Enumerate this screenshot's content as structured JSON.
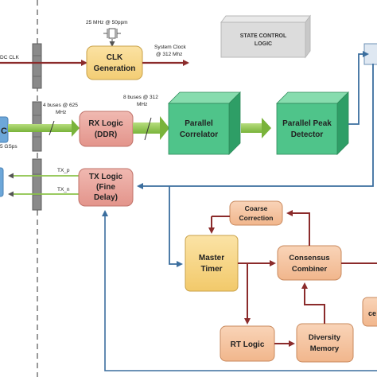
{
  "labels": {
    "dc_clk": "DC CLK",
    "oscillator": "25 MHz @ 50ppm",
    "system_clock_1": "System Clock",
    "system_clock_2": "@ 312 Mhz",
    "state_control_1": "STATE CONTROL",
    "state_control_2": "LOGIC",
    "buses_in_1": "4 buses @ 625",
    "buses_in_2": "MHz",
    "buses_out_1": "8 buses @ 312",
    "buses_out_2": "MHz",
    "adc_rate": "5 GSps",
    "tx_p": "TX_p",
    "tx_n": "TX_n",
    "left_adc_fragment": "C",
    "right_fragment": "ce"
  },
  "blocks": {
    "clk_1": "CLK",
    "clk_2": "Generation",
    "rx_1": "RX Logic",
    "rx_2": "(DDR)",
    "corr_1": "Parallel",
    "corr_2": "Correlator",
    "peak_1": "Parallel Peak",
    "peak_2": "Detector",
    "tx_1": "TX Logic",
    "tx_2": "(Fine",
    "tx_3": "Delay)",
    "coarse_1": "Coarse",
    "coarse_2": "Correction",
    "timer_1": "Master",
    "timer_2": "Timer",
    "cons_1": "Consensus",
    "cons_2": "Combiner",
    "rt": "RT Logic",
    "div_1": "Diversity",
    "div_2": "Memory"
  },
  "colors": {
    "clk_fill": "#f8d98c",
    "rx_fill": "#eaa79f",
    "corr_front": "#4fc48a",
    "corr_top": "#87dcae",
    "corr_side": "#2e9e66",
    "timer_fill": "#f8d98c",
    "orange_fill": "#f6c6a4",
    "maroon_line": "#8b2b2b",
    "blue_line": "#3b6e9e",
    "green_arrow": "#8bc34a",
    "separator": "#7a7a7a"
  }
}
